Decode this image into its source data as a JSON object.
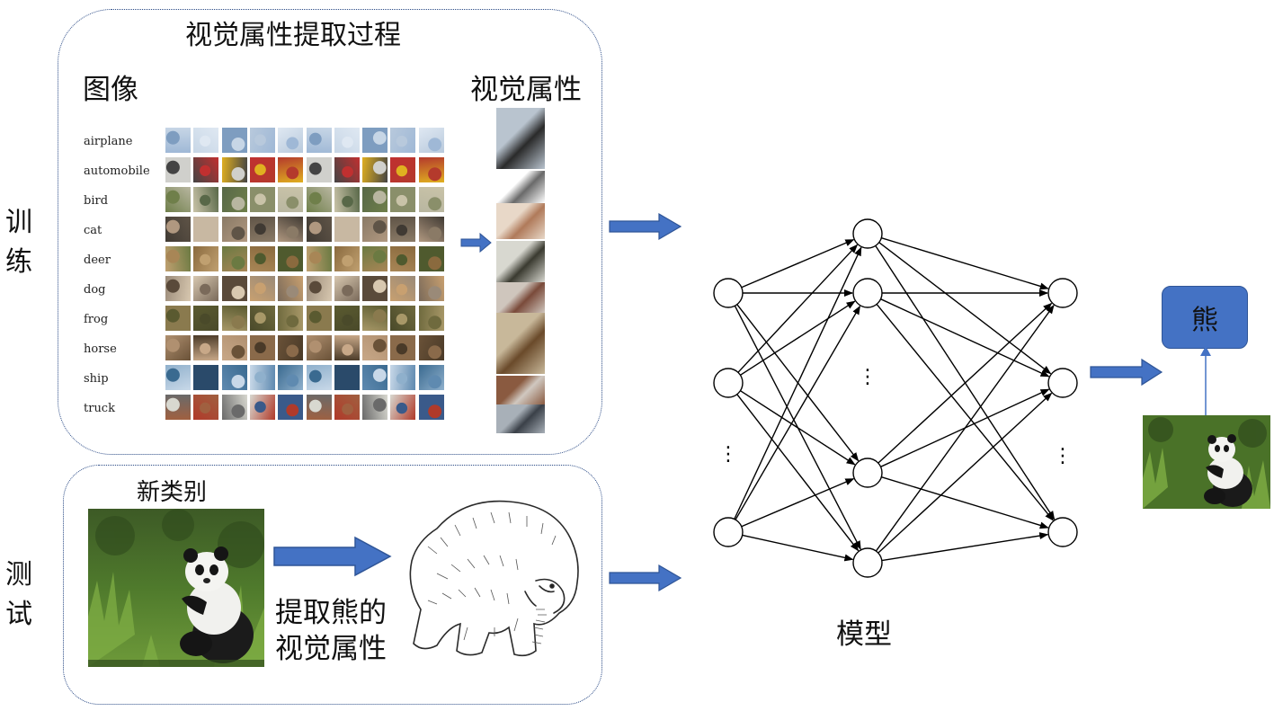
{
  "labels": {
    "train": "训\n练",
    "test": "测\n试",
    "process_title": "视觉属性提取过程",
    "images_heading": "图像",
    "attributes_heading": "视觉属性",
    "new_class": "新类别",
    "extract_text_line1": "提取熊的",
    "extract_text_line2": "视觉属性",
    "model": "模型",
    "result": "熊"
  },
  "classes": [
    "airplane",
    "automobile",
    "bird",
    "cat",
    "deer",
    "dog",
    "frog",
    "horse",
    "ship",
    "truck"
  ],
  "colors": {
    "arrow": "#4472c4",
    "arrow_edge": "#2f5597",
    "panel_border": "#2a4a86",
    "result_fill": "#4472c4",
    "node_stroke": "#000000"
  },
  "network": {
    "layers": [
      4,
      5,
      4
    ],
    "input_ellipsis": "⋮",
    "hidden_ellipsis": "⋮",
    "output_ellipsis": "⋮"
  }
}
